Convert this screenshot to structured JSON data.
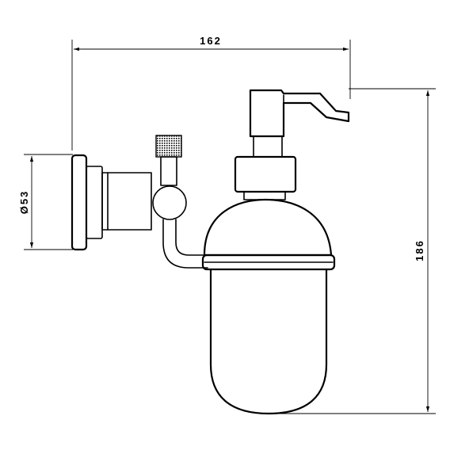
{
  "dimensions": {
    "width_label": "162",
    "height_label": "186",
    "diameter_label": "Ø53"
  },
  "colors": {
    "line": "#000000",
    "background": "#ffffff"
  }
}
